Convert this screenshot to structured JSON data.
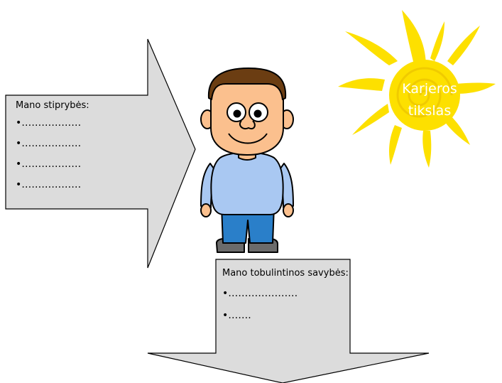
{
  "left_arrow": {
    "title": "Mano stiprybės:",
    "bullets": [
      "•………………",
      "•………………",
      "•………………",
      "•………………"
    ]
  },
  "down_arrow": {
    "title": "Mano tobulintinos savybės:",
    "bullets": [
      "•…………………",
      "•……."
    ]
  },
  "sun": {
    "label_line1": "Karjeros",
    "label_line2": "tikslas"
  },
  "colors": {
    "box_fill": "#dcdcdc",
    "outline": "#000000",
    "sun_yellow": "#fde000",
    "shirt": "#a9c8f2",
    "pants": "#2a7fc9",
    "hair": "#6b3d12",
    "skin": "#fbc08e"
  }
}
